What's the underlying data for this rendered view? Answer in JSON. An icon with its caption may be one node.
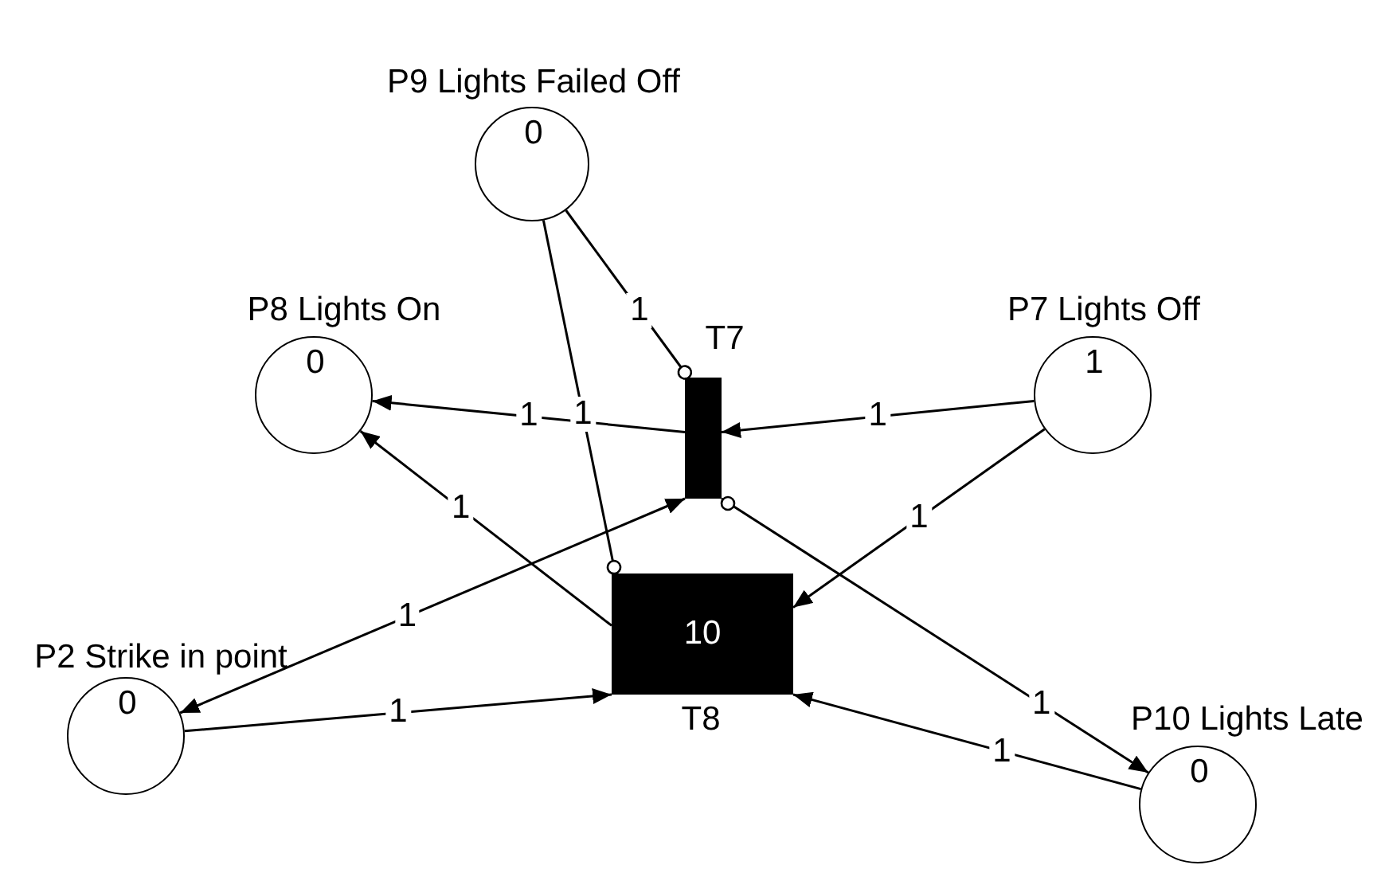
{
  "diagram": {
    "nodes": [
      {
        "text": [
          "P9 Lights Failed Off",
          "0"
        ]
      },
      {
        "text": [
          "P8 Lights On",
          "0"
        ]
      },
      {
        "text": [
          "T7"
        ]
      },
      {
        "text": [
          "P7 Lights Off",
          "1"
        ]
      },
      {
        "text": [
          "10",
          "T8"
        ]
      },
      {
        "text": [
          "P2 Strike in point",
          "0"
        ]
      },
      {
        "text": [
          "P10 Lights Late",
          "0"
        ]
      }
    ],
    "edges": [
      {
        "from": 0,
        "to": 2,
        "arrow": "other",
        "label": "1"
      },
      {
        "from": 0,
        "to": 4,
        "arrow": "other",
        "label": "1"
      },
      {
        "from": 2,
        "to": 1,
        "arrow": "to",
        "label": "1"
      },
      {
        "from": 3,
        "to": 2,
        "arrow": "to",
        "label": "1"
      },
      {
        "from": 3,
        "to": 4,
        "arrow": "to",
        "label": "1"
      },
      {
        "from": 4,
        "to": 1,
        "arrow": "to",
        "label": "1"
      },
      {
        "from": 2,
        "to": 5,
        "arrow": "both",
        "label": "1"
      },
      {
        "from": 5,
        "to": 4,
        "arrow": "to",
        "label": "1"
      },
      {
        "from": 2,
        "to": 6,
        "arrow": "to",
        "label": "1"
      },
      {
        "from": 6,
        "to": 4,
        "arrow": "to",
        "label": "1"
      }
    ]
  }
}
